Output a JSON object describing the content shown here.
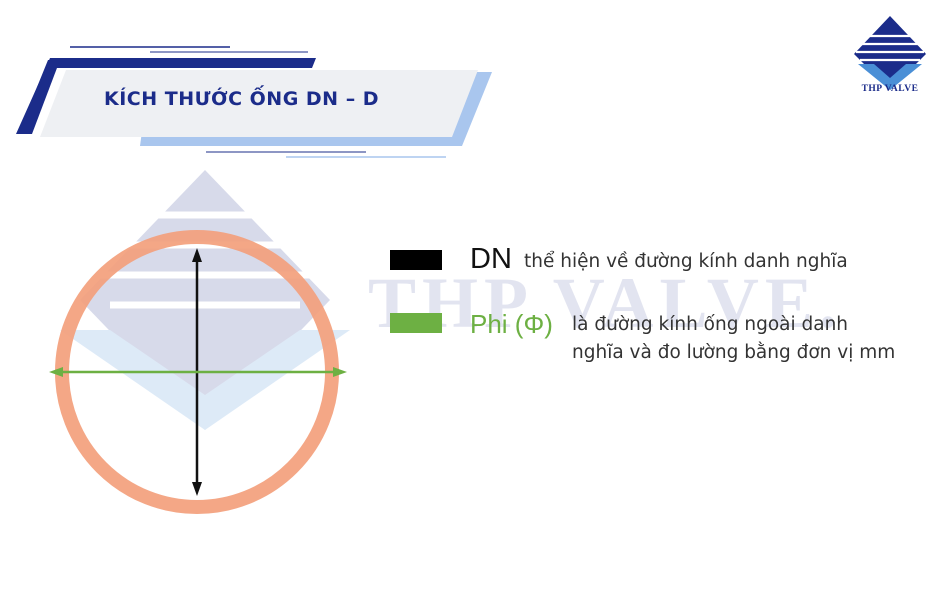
{
  "header": {
    "title": "KÍCH THƯỚC ỐNG DN – D"
  },
  "logo": {
    "text": "THP VALVE",
    "icon": "diamond-stripes-logo"
  },
  "watermark": {
    "text": "THP VALVE."
  },
  "legend": {
    "dn": {
      "label": "DN",
      "description": "thể hiện về đường kính danh nghĩa",
      "color": "#000000"
    },
    "phi": {
      "label": "Phi (Φ)",
      "description_line1": "là đường kính ống ngoài danh",
      "description_line2": "nghĩa và đo lường bằng đơn vị mm",
      "color": "#6db043"
    }
  },
  "colors": {
    "brand_blue": "#1b2c8a",
    "light_blue": "#a9c6ee",
    "pipe_ring": "#f3a07c"
  }
}
